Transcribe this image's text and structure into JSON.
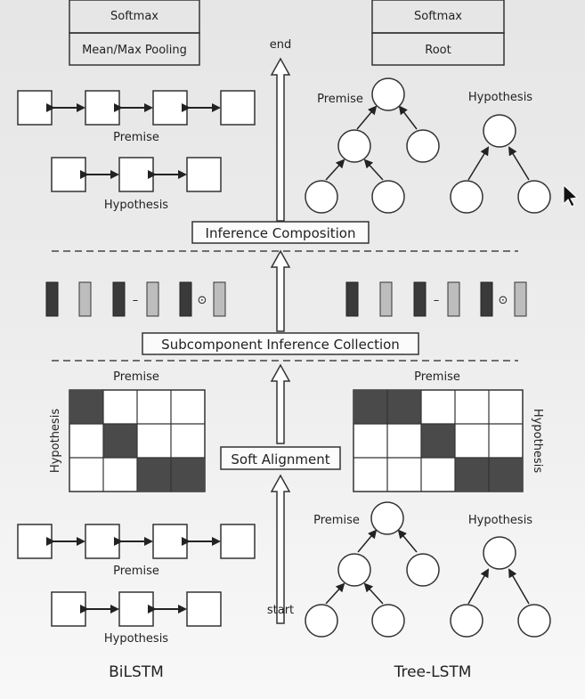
{
  "top_left": {
    "softmax": "Softmax",
    "pooling": "Mean/Max Pooling"
  },
  "top_right": {
    "softmax": "Softmax",
    "root": "Root"
  },
  "labels": {
    "premise": "Premise",
    "hypothesis": "Hypothesis",
    "end": "end",
    "start": "start"
  },
  "stages": {
    "composition": "Inference Composition",
    "collection": "Subcomponent Inference Collection",
    "alignment": "Soft Alignment"
  },
  "operators": {
    "minus": "–",
    "dot": "⊙"
  },
  "footer": {
    "left": "BiLSTM",
    "right": "Tree-LSTM"
  },
  "colors": {
    "dark": "#3a3a3a",
    "gray": "#bdbdbd",
    "line": "#333333"
  },
  "icons": {
    "cursor": "mouse-pointer-icon"
  }
}
